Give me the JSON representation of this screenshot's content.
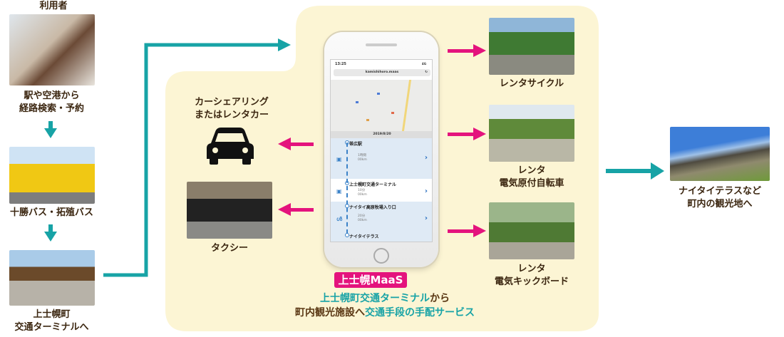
{
  "user": {
    "title": "利用者",
    "caption_line1": "駅や空港から",
    "caption_line2": "経路検索・予約"
  },
  "bus": {
    "caption": "十勝バス・拓殖バス"
  },
  "terminal": {
    "caption_line1": "上士幌町",
    "caption_line2": "交通ターミナルへ"
  },
  "carshare": {
    "caption_line1": "カーシェアリング",
    "caption_line2": "またはレンタカー"
  },
  "taxi": {
    "caption": "タクシー"
  },
  "phone": {
    "time": "13:25",
    "signal": "4G",
    "url": "kamishihoro.maas",
    "date": "2019/8/20",
    "stops": [
      {
        "name": "帯広駅",
        "duration": "1時間",
        "distance": "00km"
      },
      {
        "name": "上士幌町交通ターミナル",
        "duration": "10分",
        "distance": "00km"
      },
      {
        "name": "ナイタイ高原牧場入り口",
        "duration": "20分",
        "distance": "00km"
      },
      {
        "name": "ナイタイテラス"
      }
    ]
  },
  "maas": {
    "badge": "上士幌MaaS",
    "line1_teal": "上士幌町交通ターミナル",
    "line1_brown": "から",
    "line2_brown": "町内観光施設へ",
    "line2_teal": "交通手段の手配サービス"
  },
  "rentacycle": {
    "caption": "レンタサイクル"
  },
  "moped": {
    "caption_line1": "レンタ",
    "caption_line2": "電気原付自転車"
  },
  "kickboard": {
    "caption_line1": "レンタ",
    "caption_line2": "電気キックボード"
  },
  "destination": {
    "caption_line1": "ナイタイテラスなど",
    "caption_line2": "町内の観光地へ"
  },
  "colors": {
    "teal": "#17a3a6",
    "pink": "#e4137d",
    "cream": "#fcf5d4",
    "brown": "#5a3713"
  }
}
